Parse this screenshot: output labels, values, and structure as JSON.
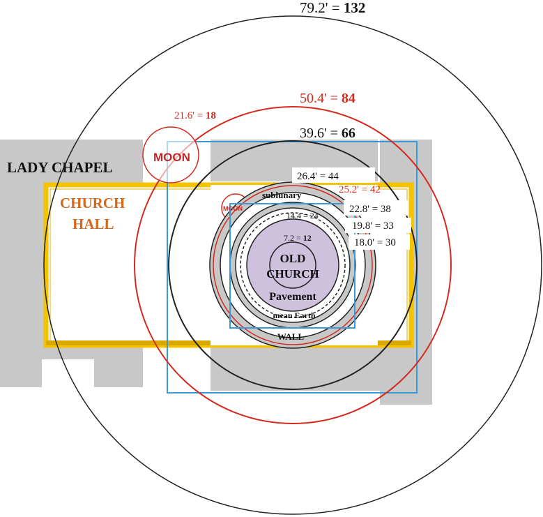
{
  "title": "",
  "labels": {
    "lady_chapel": "LADY CHAPEL",
    "church_hall_line1": "CHURCH",
    "church_hall_line2": "HALL",
    "moon_large": "MOON",
    "moon_small": "MOON",
    "sublunary": "sublunary",
    "old_church_line1": "OLD",
    "old_church_line2": "CHURCH",
    "pavement": "Pavement",
    "mean_earth": "mean Earth",
    "wall": "WALL"
  },
  "measurements": {
    "outer": {
      "feet": "79.2' = ",
      "units": "132"
    },
    "red_large": {
      "feet": "50.4' = ",
      "units": "84"
    },
    "black_66": {
      "feet": "39.6' = ",
      "units": "66"
    },
    "moon_18": {
      "text": "21.6' = ",
      "units": "18"
    },
    "m44": "26.4' = 44",
    "m42": "25.2' = 42",
    "m38": "22.8' = 38",
    "m33": "19.8' = 33",
    "m30": "18.0' = 30",
    "m24": "14.4 = 24",
    "m12": {
      "feet": "7.2 = ",
      "units": "12"
    }
  },
  "colors": {
    "building_gray": "#c8c8c8",
    "hall_gold": "#f5c400",
    "blue": "#3a9ad9",
    "red": "#d42a1e",
    "black": "#222222",
    "hall_text": "#d2691e",
    "old_church_fill": "#cdc1de"
  }
}
